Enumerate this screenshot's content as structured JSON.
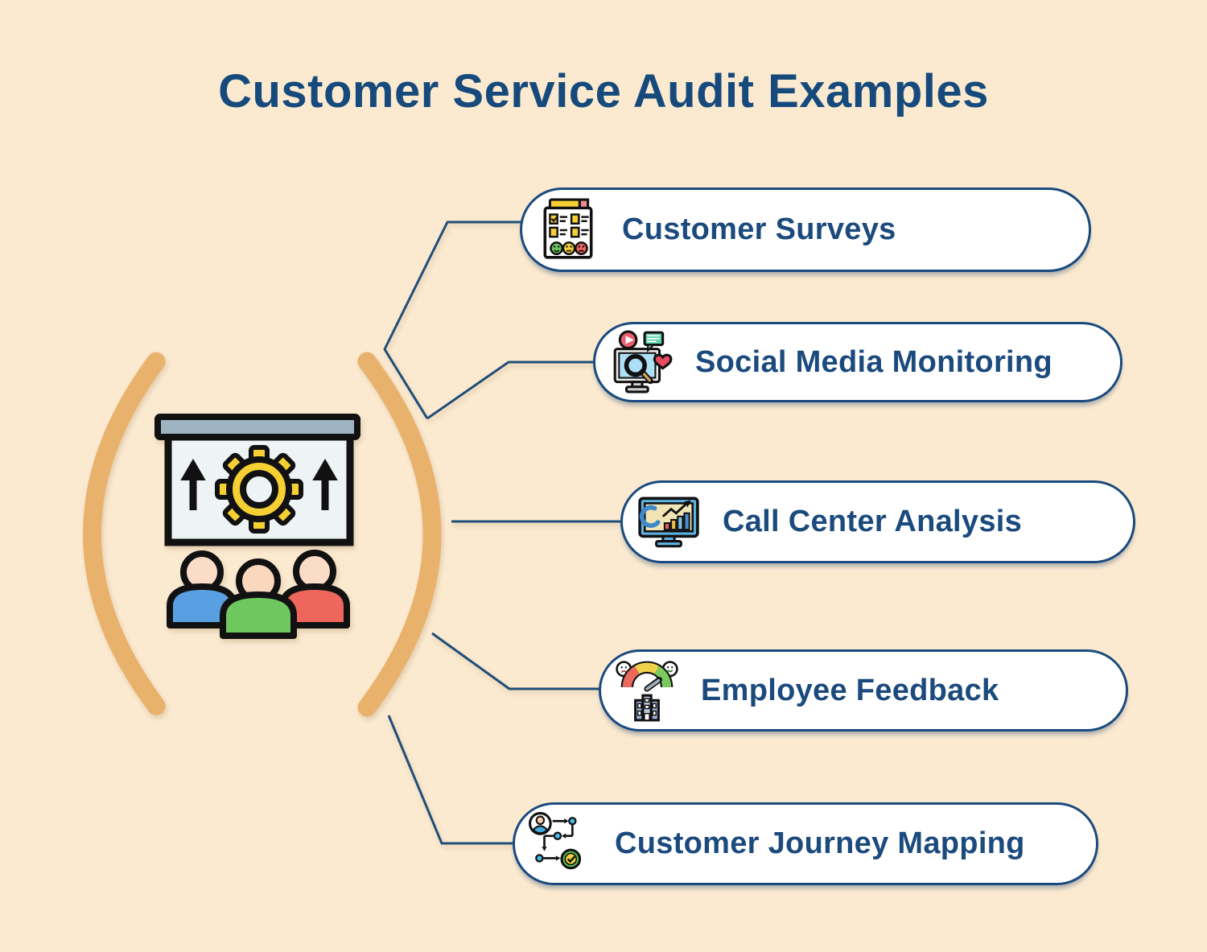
{
  "title": "Customer Service Audit Examples",
  "items": [
    {
      "label": "Customer Surveys",
      "icon": "survey-checklist-icon"
    },
    {
      "label": "Social Media Monitoring",
      "icon": "social-media-monitoring-icon"
    },
    {
      "label": "Call Center Analysis",
      "icon": "call-center-analysis-icon"
    },
    {
      "label": "Employee Feedback",
      "icon": "employee-feedback-gauge-icon"
    },
    {
      "label": "Customer Journey Mapping",
      "icon": "customer-journey-mapping-icon"
    }
  ],
  "center_graphic": "presentation-board-with-gear-and-audience",
  "colors": {
    "background": "#fbead0",
    "navy_border": "#1a4a7e",
    "title_text": "#174a7c",
    "label_text": "#1b4a7d",
    "connector": "#1f4e79",
    "parenthesis_arc": "#e9b26c",
    "pill_fill": "#ffffff",
    "gear_yellow": "#f6cf33",
    "person_blue": "#5b9fe3",
    "person_green": "#70c75f",
    "person_red": "#ee665c"
  }
}
